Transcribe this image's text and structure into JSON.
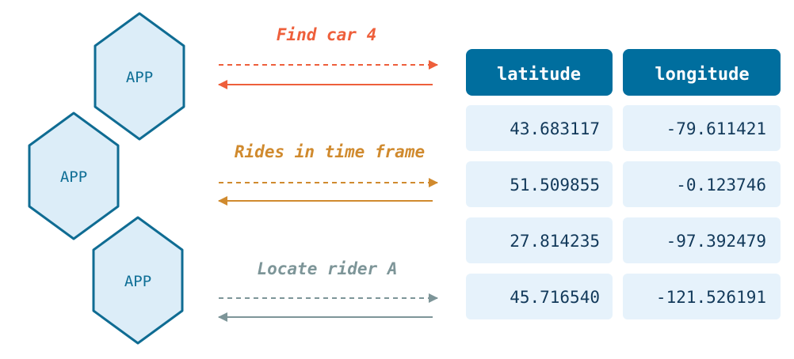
{
  "apps": [
    {
      "label": "APP"
    },
    {
      "label": "APP"
    },
    {
      "label": "APP"
    }
  ],
  "flows": [
    {
      "label": "Find car 4",
      "color": "#ee5f3b"
    },
    {
      "label": "Rides in time frame",
      "color": "#d08a2e"
    },
    {
      "label": "Locate rider A",
      "color": "#7d9598"
    }
  ],
  "table": {
    "headers": [
      "latitude",
      "longitude"
    ],
    "rows": [
      [
        "43.683117",
        "-79.611421"
      ],
      [
        "51.509855",
        "-0.123746"
      ],
      [
        "27.814235",
        "-97.392479"
      ],
      [
        "45.716540",
        "-121.526191"
      ]
    ]
  },
  "colors": {
    "hex_fill": "#dcedf8",
    "hex_stroke": "#0f6c93",
    "header_fill": "#006e9e",
    "cell_fill": "#e6f2fb",
    "header_text": "#ffffff",
    "cell_text": "#12395a"
  }
}
